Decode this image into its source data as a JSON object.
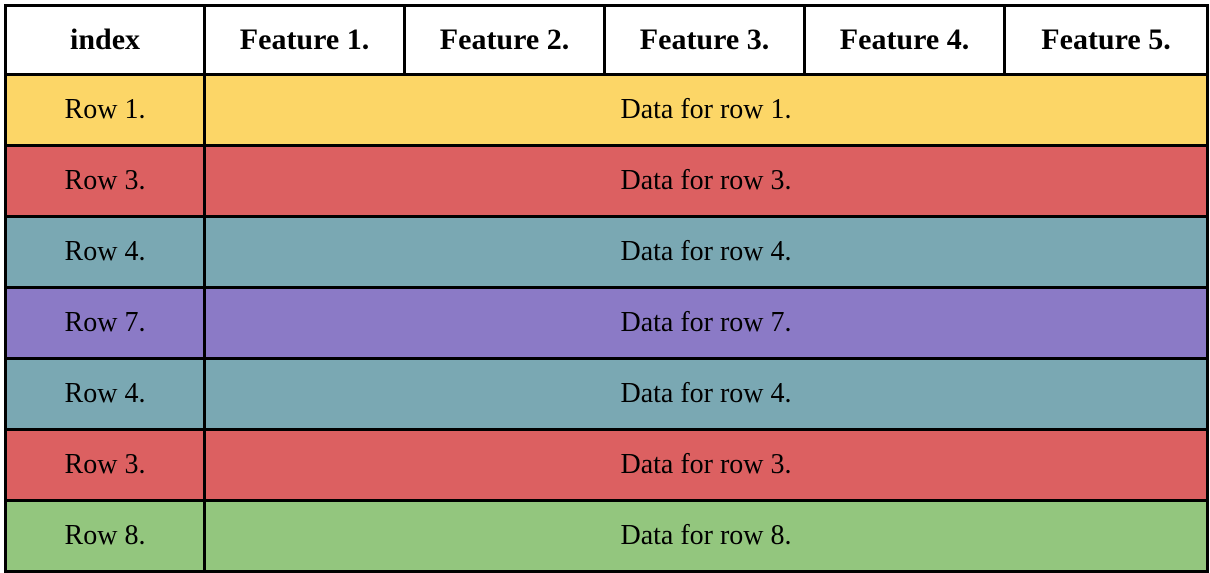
{
  "table": {
    "columns": [
      {
        "key": "index",
        "label": "index"
      },
      {
        "key": "f1",
        "label": "Feature 1."
      },
      {
        "key": "f2",
        "label": "Feature 2."
      },
      {
        "key": "f3",
        "label": "Feature 3."
      },
      {
        "key": "f4",
        "label": "Feature 4."
      },
      {
        "key": "f5",
        "label": "Feature 5."
      }
    ],
    "rows": [
      {
        "index": "Row 1.",
        "data": "Data for row 1.",
        "color": "#fcd667"
      },
      {
        "index": "Row 3.",
        "data": "Data for row 3.",
        "color": "#dc6061"
      },
      {
        "index": "Row 4.",
        "data": "Data for row 4.",
        "color": "#7aa8b3"
      },
      {
        "index": "Row 7.",
        "data": "Data for row 7.",
        "color": "#8b7ac6"
      },
      {
        "index": "Row 4.",
        "data": "Data for row 4.",
        "color": "#7aa8b3"
      },
      {
        "index": "Row 3.",
        "data": "Data for row 3.",
        "color": "#dc6061"
      },
      {
        "index": "Row 8.",
        "data": "Data for row 8.",
        "color": "#93c67e"
      }
    ],
    "colors": {
      "border": "#000000",
      "header_background": "#ffffff",
      "text": "#000000",
      "row_yellow": "#fcd667",
      "row_red": "#dc6061",
      "row_teal": "#7aa8b3",
      "row_purple": "#8b7ac6",
      "row_green": "#93c67e"
    },
    "data_cell_colspan": 5
  }
}
